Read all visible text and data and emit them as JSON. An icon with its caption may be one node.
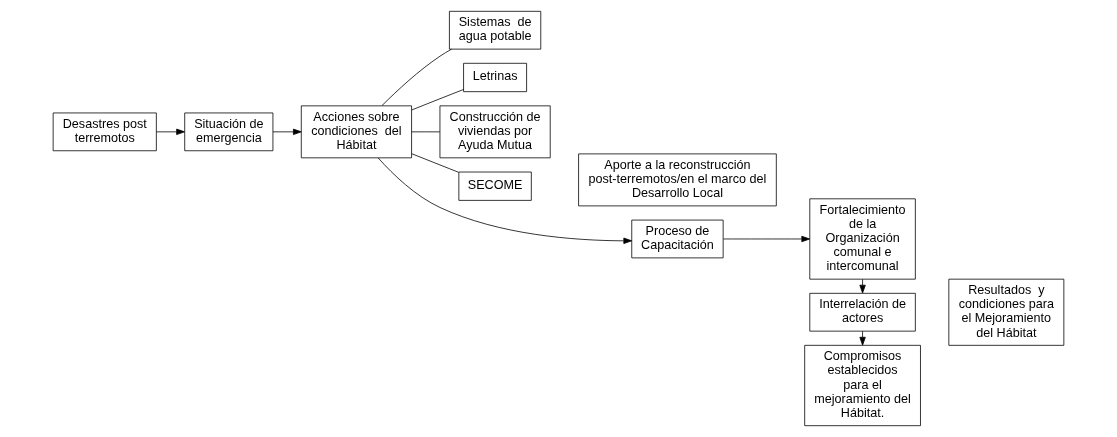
{
  "diagram": {
    "nodes": [
      {
        "text": [
          "Desastres post terremotos"
        ]
      },
      {
        "text": [
          "Situación de emergencia"
        ]
      },
      {
        "text": [
          "Acciones sobre condiciones  del Hábitat"
        ]
      },
      {
        "text": [
          "Sistemas  de agua potable"
        ]
      },
      {
        "text": [
          "Letrinas"
        ]
      },
      {
        "text": [
          "Construcción de viviendas por Ayuda Mutua"
        ]
      },
      {
        "text": [
          "SECOME"
        ]
      },
      {
        "text": [
          "Proceso de Capacitación"
        ]
      },
      {
        "text": [
          "Fortalecimiento de la Organización comunal e intercomunal"
        ]
      },
      {
        "text": [
          "Interrelación de actores"
        ]
      },
      {
        "text": [
          "Compromisos establecidos para el mejoramiento del Hábitat."
        ]
      },
      {
        "text": [
          "Resultados  y condiciones para el Mejoramiento del Hábitat"
        ]
      },
      {
        "text": [
          "Aporte a la reconstrucción post-terremotos/en el marco del Desarrollo Local"
        ]
      }
    ],
    "edges": [
      {
        "from": 0,
        "to": 1,
        "arrow": "to"
      },
      {
        "from": 1,
        "to": 2,
        "arrow": "to"
      },
      {
        "from": 2,
        "to": 3,
        "arrow": "none"
      },
      {
        "from": 2,
        "to": 4,
        "arrow": "none"
      },
      {
        "from": 2,
        "to": 5,
        "arrow": "none"
      },
      {
        "from": 2,
        "to": 6,
        "arrow": "none"
      },
      {
        "from": 2,
        "to": 7,
        "arrow": "to"
      },
      {
        "from": 7,
        "to": 8,
        "arrow": "to"
      },
      {
        "from": 8,
        "to": 9,
        "arrow": "to"
      },
      {
        "from": 9,
        "to": 10,
        "arrow": "to"
      }
    ]
  }
}
